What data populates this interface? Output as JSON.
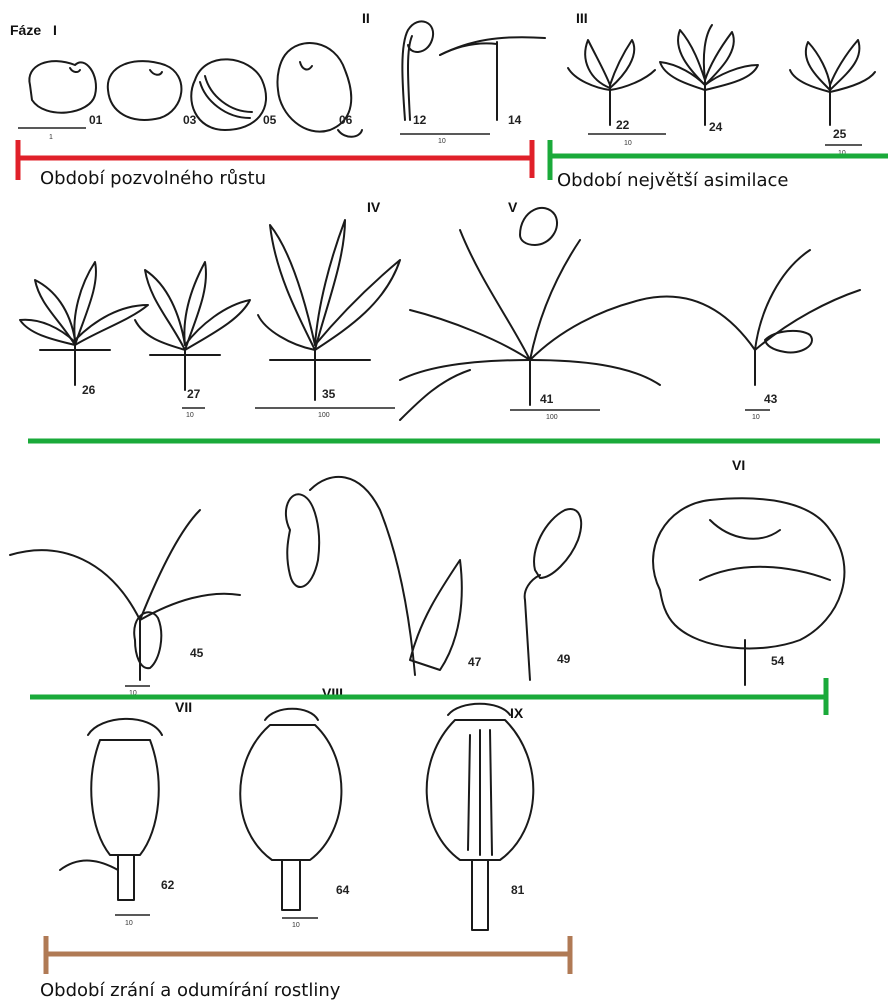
{
  "header": {
    "faze_label": "Fáze"
  },
  "phases": [
    "I",
    "II",
    "III",
    "IV",
    "V",
    "VI",
    "VII",
    "VIII",
    "IX"
  ],
  "stage_codes": [
    "01",
    "03",
    "05",
    "06",
    "12",
    "14",
    "22",
    "24",
    "25",
    "26",
    "27",
    "35",
    "41",
    "43",
    "45",
    "47",
    "49",
    "54",
    "62",
    "64",
    "81"
  ],
  "scales": [
    "1",
    "10",
    "10",
    "10",
    "10",
    "100",
    "100",
    "10",
    "10",
    "10",
    "10"
  ],
  "periods": {
    "slow_growth": "Období pozvolného růstu",
    "max_assimilation": "Období největší asimilace",
    "ripening": "Období zrání a odumírání rostliny"
  },
  "colors": {
    "red_bar": "#e0202a",
    "green_bar": "#1aaa3a",
    "brown_bar": "#b07a55",
    "ink": "#1a1a1a"
  }
}
